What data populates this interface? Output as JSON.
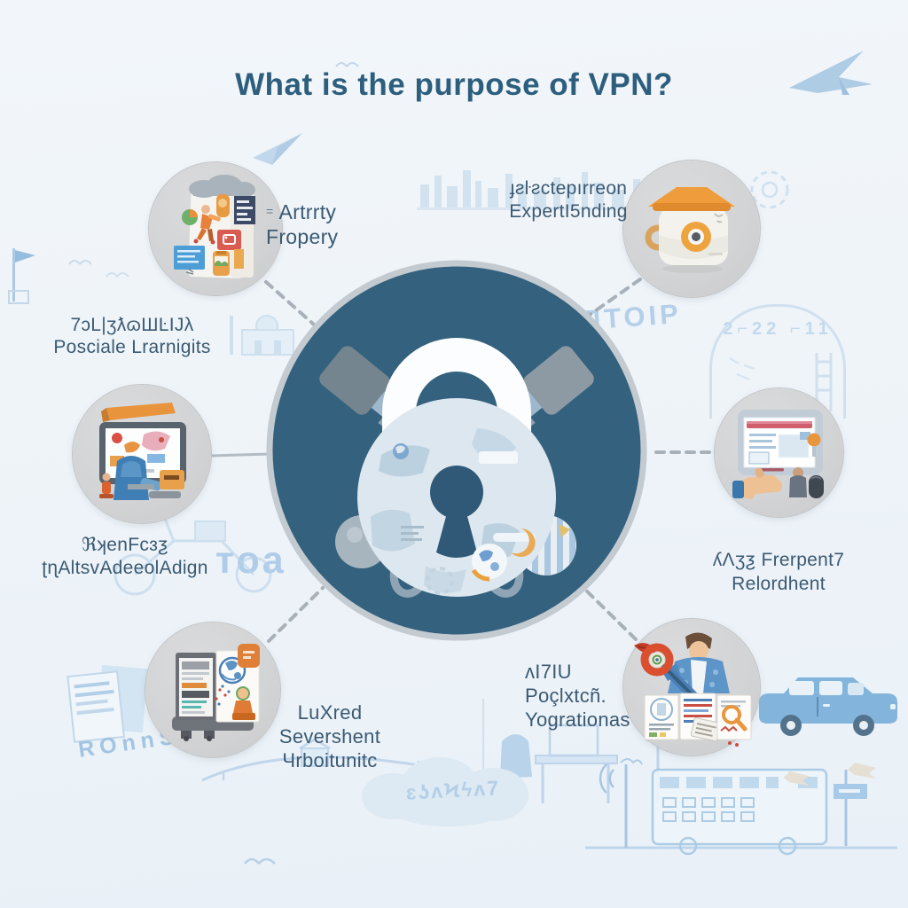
{
  "title": "What is the purpose of VPN?",
  "hub": {
    "icon": "padlock-globe-icon",
    "ring_color": "#c3cad0",
    "fill_color": "#34617e"
  },
  "nodes": [
    {
      "name": "top-left",
      "icon": "privacy-collage-icon",
      "bullet": "=",
      "lines": [
        "Artrrty",
        "Fropery"
      ]
    },
    {
      "name": "top-right",
      "icon": "pot-camera-icon",
      "lines": [
        "ɟƨŀƨctepırreon",
        "ExpertI5nding"
      ]
    },
    {
      "name": "left-upper",
      "icon": "monitor-collage-icon",
      "lines": [
        "7ɔL|ʒƛɷШĿIJλ",
        "Posciale Lrarnigits"
      ]
    },
    {
      "name": "left-lower",
      "icon": "none",
      "lines": [
        "ℜʞenFcɜƺ",
        "ʈɳAltsvAdeeolAdign"
      ]
    },
    {
      "name": "right-middle",
      "icon": "browser-hand-icon",
      "lines": [
        "ʎɅʒƺ Frerpent7",
        "Relordhent"
      ]
    },
    {
      "name": "bottom-left",
      "icon": "documents-printer-icon",
      "lines": [
        "LuXred",
        "Severshent",
        "Чrboitunitc"
      ]
    },
    {
      "name": "bottom-right",
      "icon": "person-key-documents-icon",
      "lines": [
        "ʌI7IU",
        "Poçlxtcñ.",
        "Yogrationas"
      ]
    }
  ],
  "background_words": {
    "ptoip": "ПТОIP",
    "toa": "тоа",
    "ronns": "ROnnS",
    "cloud_glyphs": "ɛʖʌϞϟʌ7",
    "arch_digits": "2⌐22 ⌐11"
  },
  "colors": {
    "canvas_bg": "#eff4f9",
    "hub_blue": "#34617e",
    "label_text": "#3b5a72",
    "title_text": "#2d5e7d",
    "satellite_gray": "#d3d4d6",
    "faint_blue": "#c9dcee",
    "accent_orange": "#e8953c",
    "accent_red": "#d95c52"
  }
}
